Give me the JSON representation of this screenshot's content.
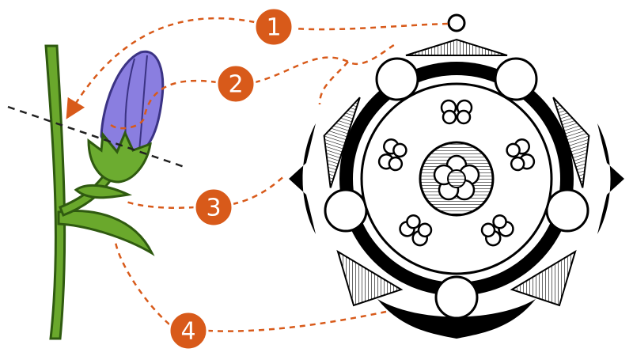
{
  "diagram": {
    "subject": "flower-floral-diagram",
    "callouts": [
      {
        "id": "1",
        "label": "1",
        "target": "stem-axis"
      },
      {
        "id": "2",
        "label": "2",
        "target": "flower-bud-corolla"
      },
      {
        "id": "3",
        "label": "3",
        "target": "bract"
      },
      {
        "id": "4",
        "label": "4",
        "target": "subtending-leaf"
      }
    ],
    "colors": {
      "callout": "#d85a1a",
      "leader": "#d85a1a",
      "stem": "#5e9a2a",
      "stem_dark": "#2f5a10",
      "petal": "#8a7ee0",
      "petal_dark": "#3b3384",
      "sepal": "#6cac30",
      "section_line": "#222222",
      "diagram_ink": "#000000"
    }
  }
}
